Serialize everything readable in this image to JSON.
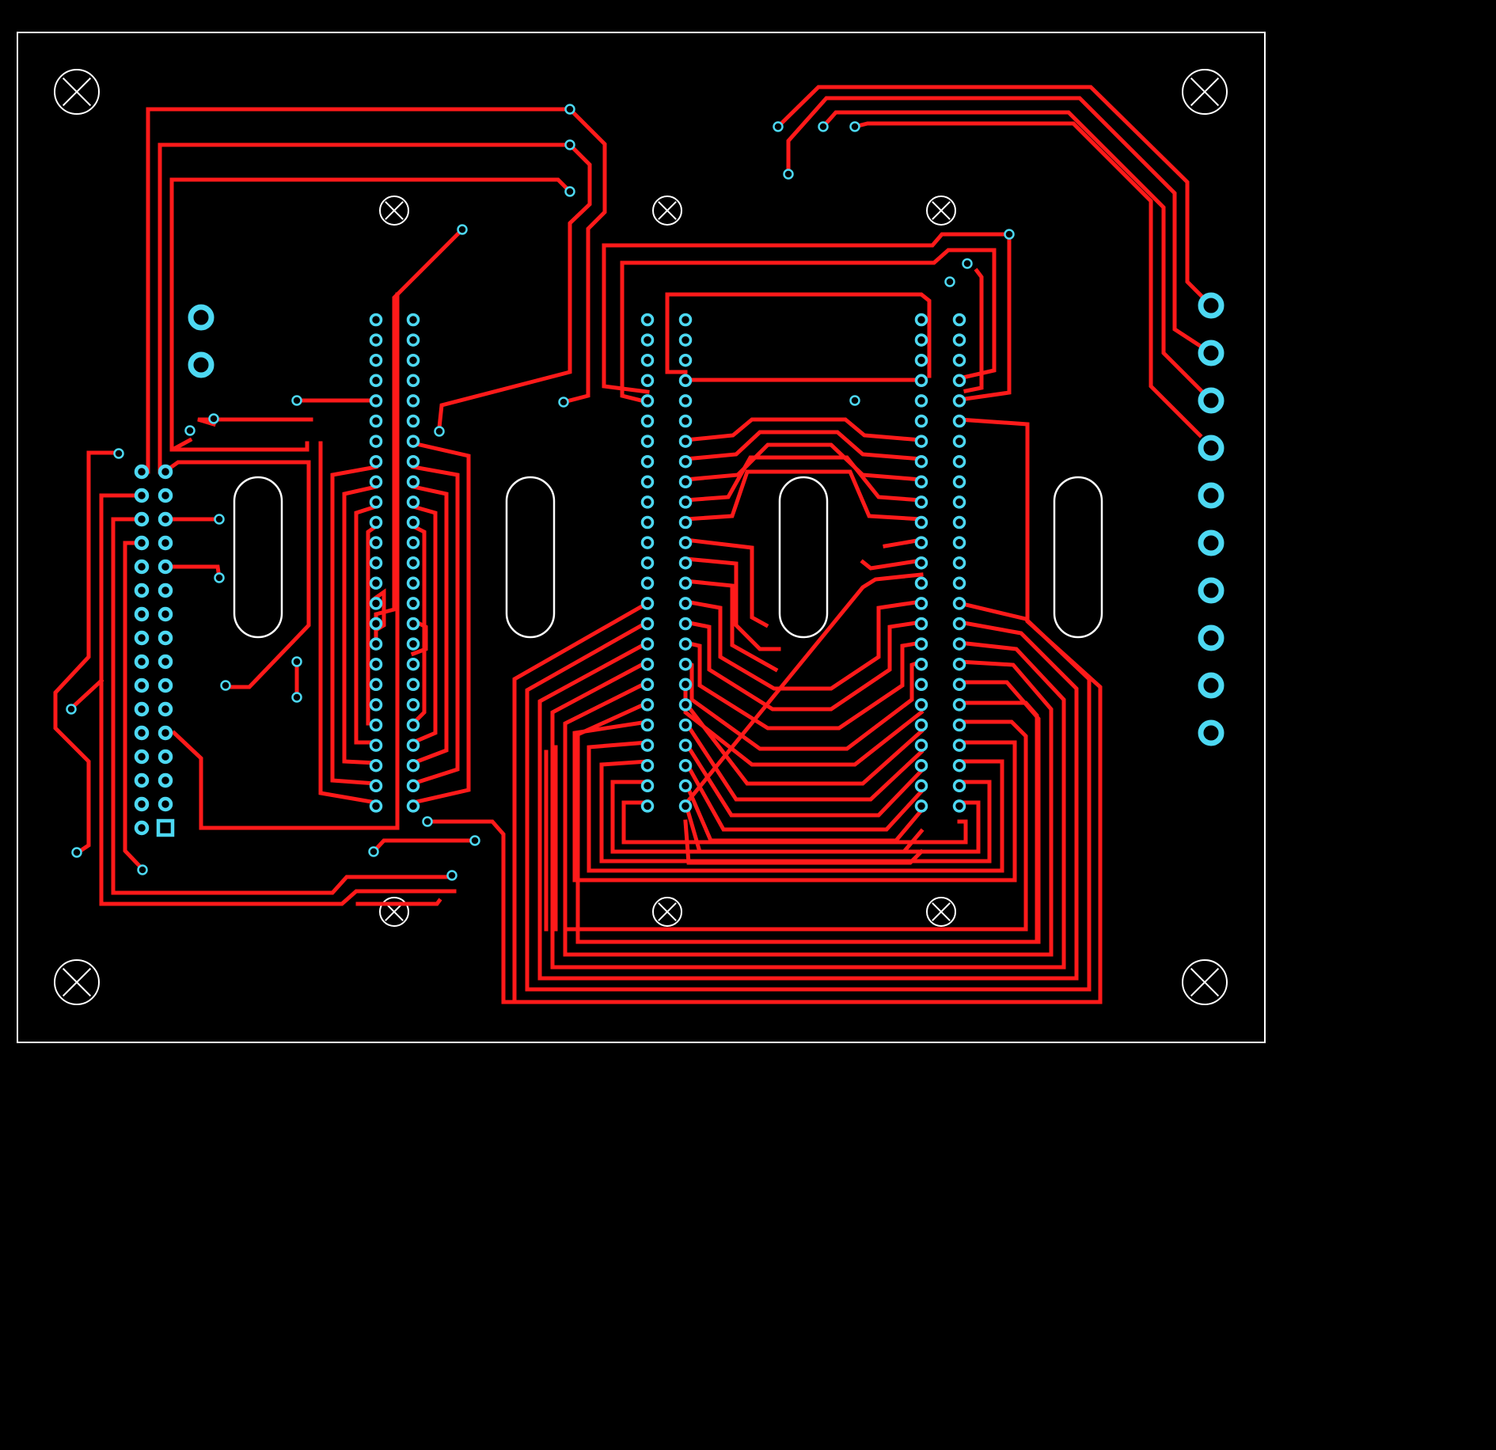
{
  "view": {
    "background": "#000000",
    "layers": [
      {
        "name": "top-copper",
        "color": "#ff1a1a"
      },
      {
        "name": "pads-vias",
        "color": "#4dd8f2"
      },
      {
        "name": "board-outline",
        "color": "#ffffff"
      },
      {
        "name": "mechanical",
        "color": "#ffffff"
      }
    ]
  },
  "board": {
    "components": [
      {
        "name": "ribbon-header",
        "type": "pin-header",
        "pin_count": 32,
        "pin1_square": true
      },
      {
        "name": "dip-ic-left",
        "type": "dip-socket",
        "pin_count": 50
      },
      {
        "name": "dip-ic-right",
        "type": "dip-socket",
        "pin_count": 100
      },
      {
        "name": "terminal-strip",
        "type": "connector",
        "pin_count": 10
      },
      {
        "name": "power-pads",
        "type": "connector",
        "pin_count": 2
      }
    ],
    "mounting_holes": 10,
    "slots": 4
  }
}
